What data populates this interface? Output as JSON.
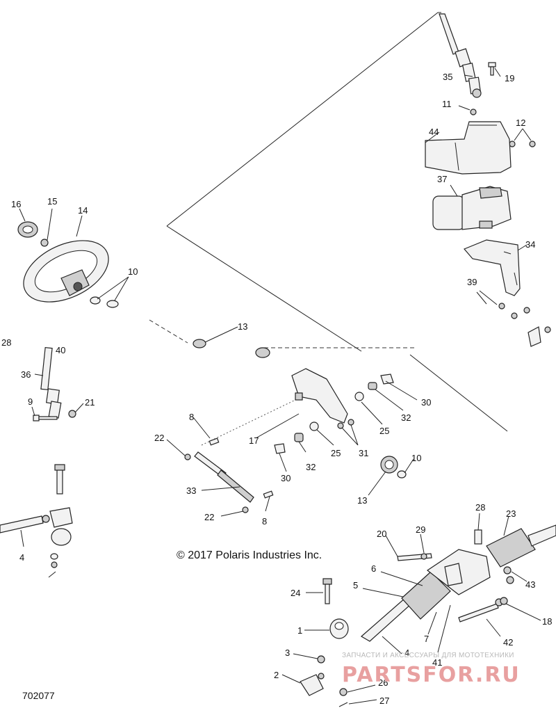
{
  "copyright": "© 2017 Polaris Industries Inc.",
  "figure_number": "702077",
  "watermark": {
    "tagline": "ЗАПЧАСТИ И АКСЕССУАРЫ ДЛЯ МОТОТЕХНИКИ",
    "logo_text": "PARTSFOR.RU"
  },
  "callouts": {
    "c1": "1",
    "c2": "2",
    "c3": "3",
    "c4a": "4",
    "c4b": "4",
    "c5": "5",
    "c6": "6",
    "c7": "7",
    "c8a": "8",
    "c8b": "8",
    "c9": "9",
    "c10a": "10",
    "c10b": "10",
    "c11": "11",
    "c12": "12",
    "c13a": "13",
    "c13b": "13",
    "c14": "14",
    "c15": "15",
    "c16": "16",
    "c17": "17",
    "c18": "18",
    "c19": "19",
    "c20": "20",
    "c21": "21",
    "c22a": "22",
    "c22b": "22",
    "c23": "23",
    "c24": "24",
    "c25a": "25",
    "c25b": "25",
    "c26": "26",
    "c27": "27",
    "c28": "28",
    "c29": "29",
    "c30a": "30",
    "c30b": "30",
    "c31": "31",
    "c32a": "32",
    "c32b": "32",
    "c33": "33",
    "c34": "34",
    "c35": "35",
    "c36": "36",
    "c37": "37",
    "c39": "39",
    "c40": "40",
    "c41": "41",
    "c42": "42",
    "c43": "43",
    "c44": "44"
  }
}
